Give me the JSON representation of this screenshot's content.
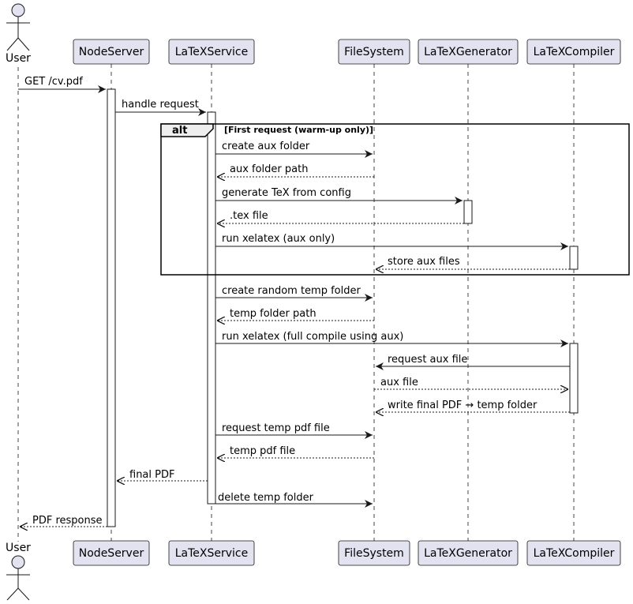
{
  "colors": {
    "participant_fill": "#E2E2F0",
    "participant_stroke": "#181818",
    "activation_fill": "#FFFFFF",
    "lifeline_stroke": "#181818",
    "arrow": "#181818",
    "background": "#FFFFFF"
  },
  "participants": [
    {
      "id": "user",
      "label": "User",
      "kind": "actor"
    },
    {
      "id": "node",
      "label": "NodeServer",
      "kind": "participant"
    },
    {
      "id": "latex",
      "label": "LaTeXService",
      "kind": "participant"
    },
    {
      "id": "fs",
      "label": "FileSystem",
      "kind": "participant"
    },
    {
      "id": "gen",
      "label": "LaTeXGenerator",
      "kind": "participant"
    },
    {
      "id": "comp",
      "label": "LaTeXCompiler",
      "kind": "participant"
    }
  ],
  "alt": {
    "title": "alt",
    "guard": "[First request (warm-up only)]"
  },
  "messages": [
    {
      "from": "user",
      "to": "node",
      "label": "GET /cv.pdf",
      "type": "sync"
    },
    {
      "from": "node",
      "to": "latex",
      "label": "handle request",
      "type": "sync"
    },
    {
      "from": "latex",
      "to": "fs",
      "label": "create aux folder",
      "type": "sync"
    },
    {
      "from": "fs",
      "to": "latex",
      "label": "aux folder path",
      "type": "return"
    },
    {
      "from": "latex",
      "to": "gen",
      "label": "generate TeX from config",
      "type": "sync"
    },
    {
      "from": "gen",
      "to": "latex",
      "label": ".tex file",
      "type": "return"
    },
    {
      "from": "latex",
      "to": "comp",
      "label": "run xelatex (aux only)",
      "type": "sync"
    },
    {
      "from": "comp",
      "to": "fs",
      "label": "store aux files",
      "type": "return"
    },
    {
      "from": "latex",
      "to": "fs",
      "label": "create random temp folder",
      "type": "sync"
    },
    {
      "from": "fs",
      "to": "latex",
      "label": "temp folder path",
      "type": "return"
    },
    {
      "from": "latex",
      "to": "comp",
      "label": "run xelatex (full compile using aux)",
      "type": "sync"
    },
    {
      "from": "comp",
      "to": "fs",
      "label": "request aux file",
      "type": "sync"
    },
    {
      "from": "fs",
      "to": "comp",
      "label": "aux file",
      "type": "return"
    },
    {
      "from": "comp",
      "to": "fs",
      "label": "write final PDF → temp folder",
      "type": "return"
    },
    {
      "from": "latex",
      "to": "fs",
      "label": "request temp pdf file",
      "type": "sync"
    },
    {
      "from": "fs",
      "to": "latex",
      "label": "temp pdf file",
      "type": "return"
    },
    {
      "from": "latex",
      "to": "node",
      "label": "final PDF",
      "type": "return"
    },
    {
      "from": "latex",
      "to": "fs",
      "label": "delete temp folder",
      "type": "sync"
    },
    {
      "from": "node",
      "to": "user",
      "label": "PDF response",
      "type": "return"
    }
  ]
}
